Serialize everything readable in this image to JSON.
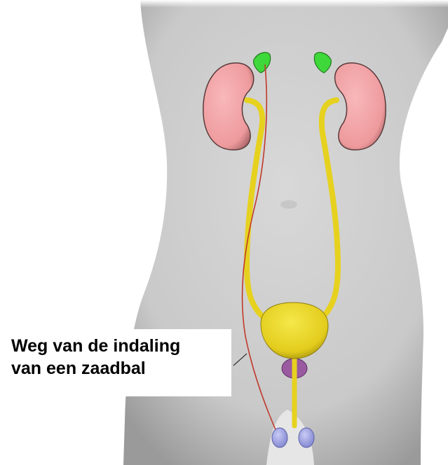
{
  "annotation": {
    "line1": "Weg van de indaling",
    "line2": "van een zaadbal"
  },
  "organs": [
    {
      "name": "kidney",
      "color": "#f2a4a6"
    },
    {
      "name": "adrenal-gland",
      "color": "#3fd83a"
    },
    {
      "name": "ureter",
      "color": "#e6d11f"
    },
    {
      "name": "bladder",
      "color": "#e8d320"
    },
    {
      "name": "prostate",
      "color": "#9a5aa0"
    },
    {
      "name": "testis",
      "color": "#a3a6e6"
    },
    {
      "name": "testicular-descent-path",
      "color": "#c0392b"
    }
  ],
  "colors": {
    "body": "#d3d3d3",
    "background": "#ffffff",
    "text": "#000000"
  }
}
